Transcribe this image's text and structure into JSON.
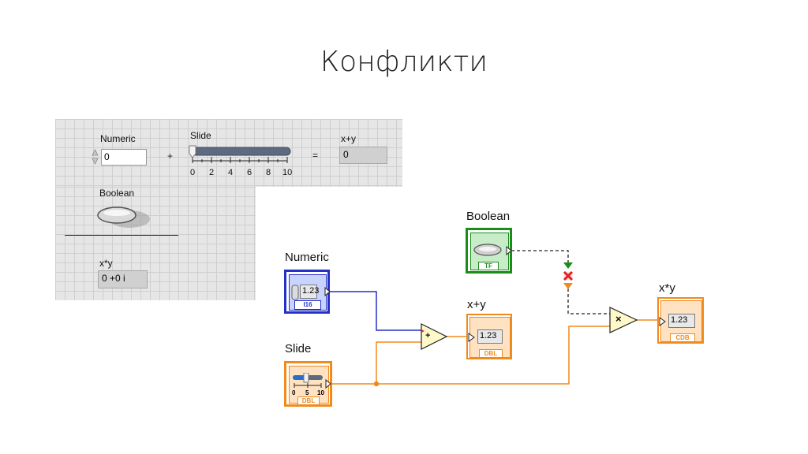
{
  "slide": {
    "title": "Конфликти"
  },
  "front_panel": {
    "numeric": {
      "label": "Numeric",
      "value": "0"
    },
    "plus": "+",
    "slide": {
      "label": "Slide",
      "ticks": [
        "0",
        "2",
        "4",
        "6",
        "8",
        "10"
      ],
      "value": 0
    },
    "equals": "=",
    "sum": {
      "label": "x+y",
      "value": "0"
    },
    "boolean": {
      "label": "Boolean"
    },
    "product": {
      "label": "x*y",
      "value": "0 +0 i"
    }
  },
  "block_diagram": {
    "numeric": {
      "label": "Numeric",
      "display": "1.23",
      "type_tag": "I16"
    },
    "slide": {
      "label": "Slide",
      "ticks": [
        "0",
        "5",
        "10"
      ],
      "type_tag": "DBL"
    },
    "boolean": {
      "label": "Boolean",
      "type_tag": "TF"
    },
    "sum": {
      "label": "x+y",
      "display": "1.23",
      "type_tag": "DBL"
    },
    "product": {
      "label": "x*y",
      "display": "1.23",
      "type_tag": "CDB"
    },
    "add_symbol": "+",
    "multiply_symbol": "×",
    "colors": {
      "integer": "#2430c8",
      "double": "#f08a1c",
      "boolean": "#1a8c1a",
      "broken": "#e02020"
    }
  }
}
